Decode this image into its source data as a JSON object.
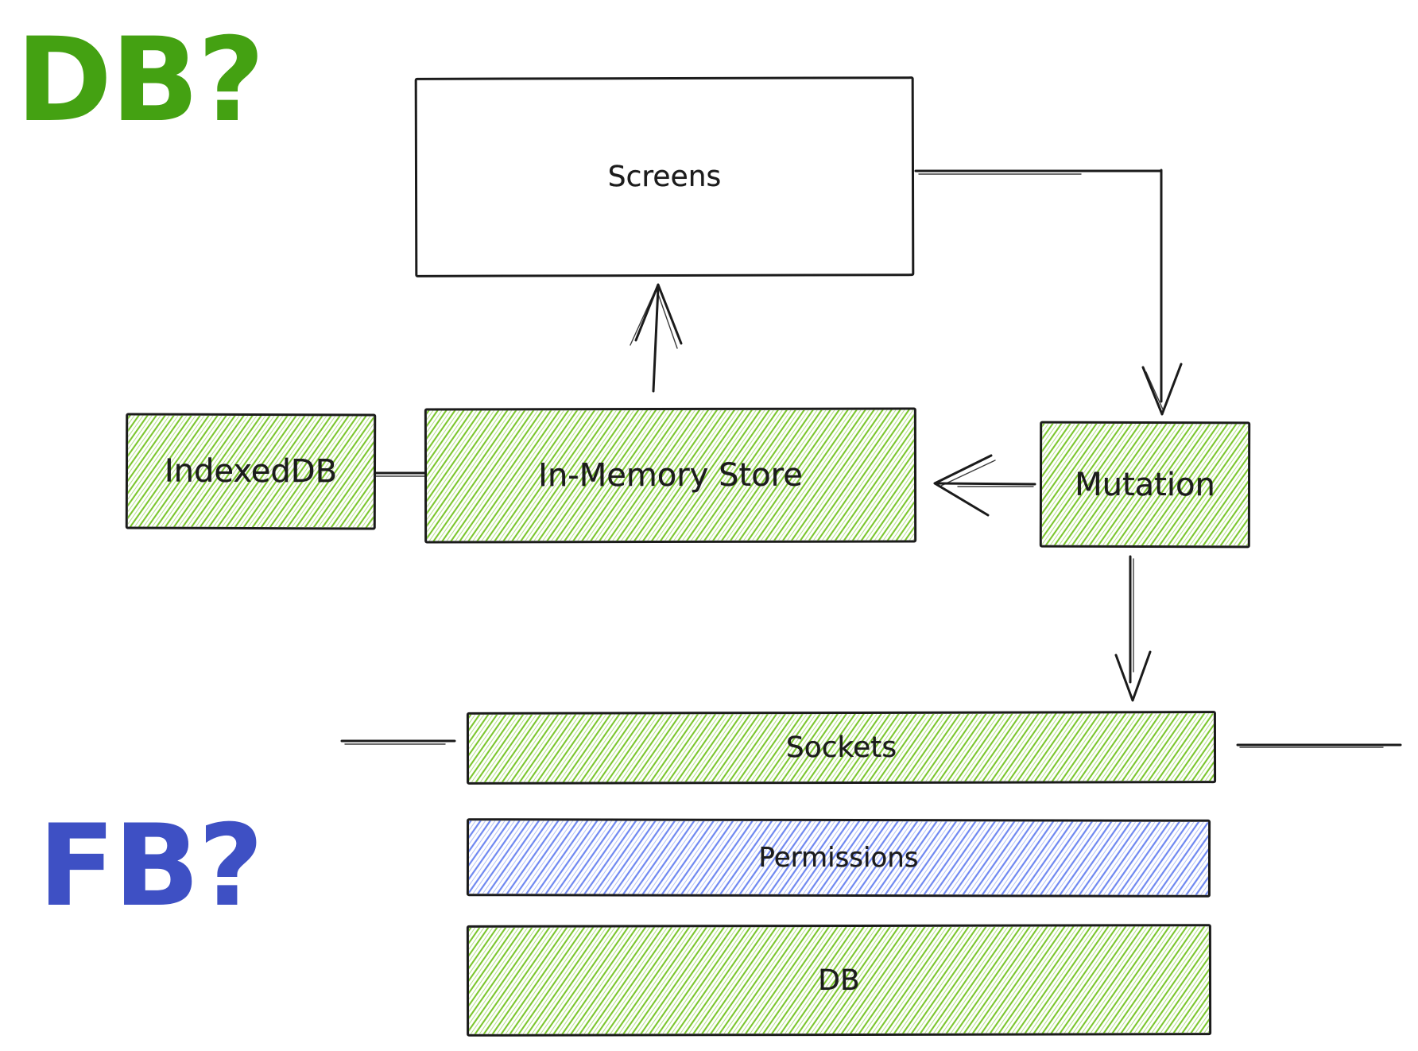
{
  "diagram": {
    "annotations": {
      "db_question": "DB?",
      "fb_question": "FB?"
    },
    "nodes": {
      "screens": "Screens",
      "indexeddb": "IndexedDB",
      "in_memory_store": "In-Memory Store",
      "mutation": "Mutation",
      "sockets": "Sockets",
      "permissions": "Permissions",
      "db": "DB"
    },
    "edges": [
      {
        "from": "screens",
        "to": "mutation",
        "style": "arrow"
      },
      {
        "from": "in_memory_store",
        "to": "screens",
        "style": "arrow"
      },
      {
        "from": "mutation",
        "to": "in_memory_store",
        "style": "arrow"
      },
      {
        "from": "mutation",
        "to": "sockets",
        "style": "arrow"
      },
      {
        "from": "indexeddb",
        "to": "in_memory_store",
        "style": "line"
      },
      {
        "from": "offscreen-left",
        "to": "sockets",
        "style": "line"
      },
      {
        "from": "sockets",
        "to": "offscreen-right",
        "style": "line"
      }
    ],
    "colors": {
      "stroke": "#1b1b1b",
      "green_hatch": "#7bc62d",
      "blue_hatch": "#6e87f0",
      "green_label": "#44a112",
      "blue_label": "#3e50c4",
      "screens_fill": "#ffffff"
    }
  }
}
